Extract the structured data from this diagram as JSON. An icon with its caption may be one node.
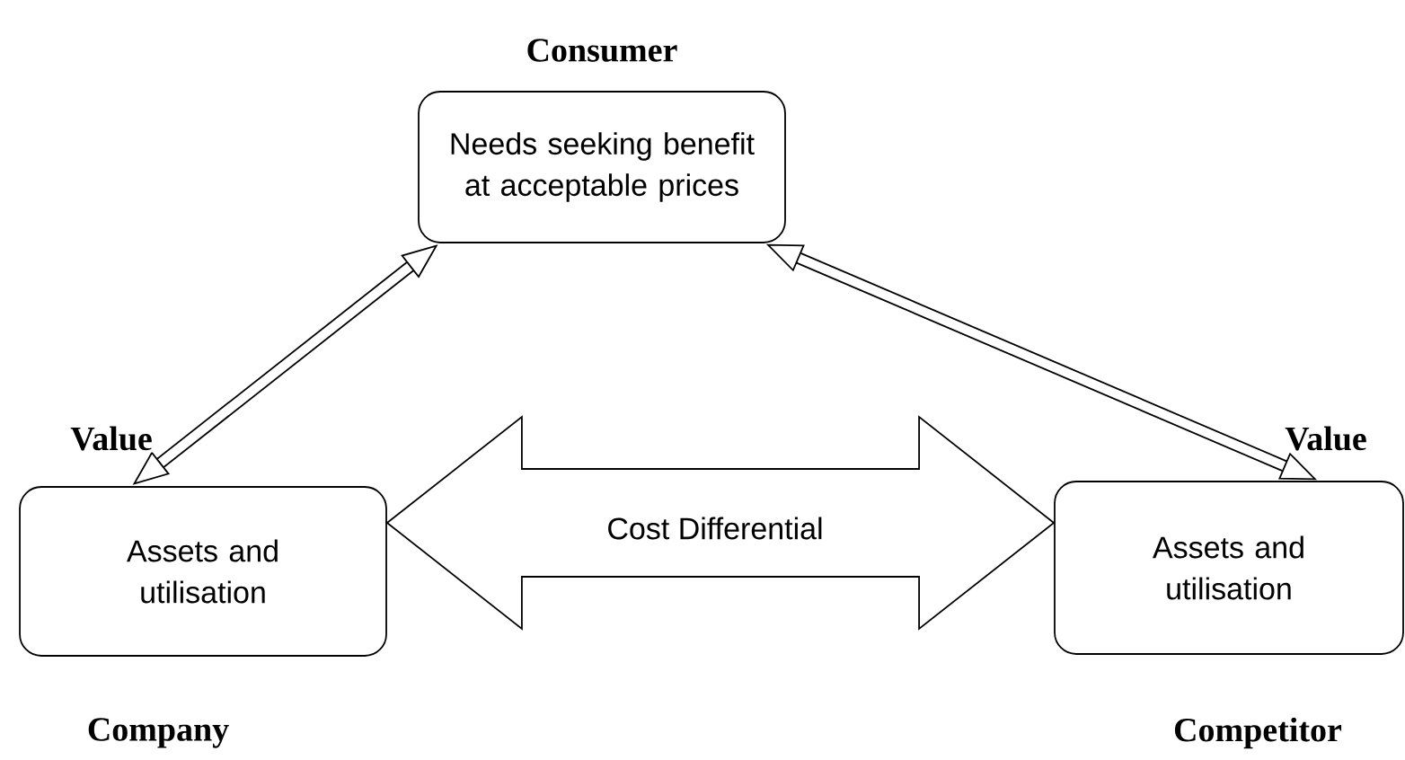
{
  "diagram": {
    "nodes": [
      {
        "text": [
          "Consumer",
          "Needs seeking benefit at acceptable prices"
        ]
      },
      {
        "text": [
          "Assets and utilisation",
          "Company"
        ]
      },
      {
        "text": [
          "Assets and utilisation",
          "Competitor"
        ]
      }
    ],
    "edges": [
      {
        "from": 0,
        "to": 1,
        "arrow": "both",
        "label": "Value"
      },
      {
        "from": 0,
        "to": 2,
        "arrow": "both",
        "label": "Value"
      },
      {
        "from": 1,
        "to": 2,
        "arrow": "both",
        "label": "Cost Differential",
        "style": "thick"
      }
    ]
  }
}
